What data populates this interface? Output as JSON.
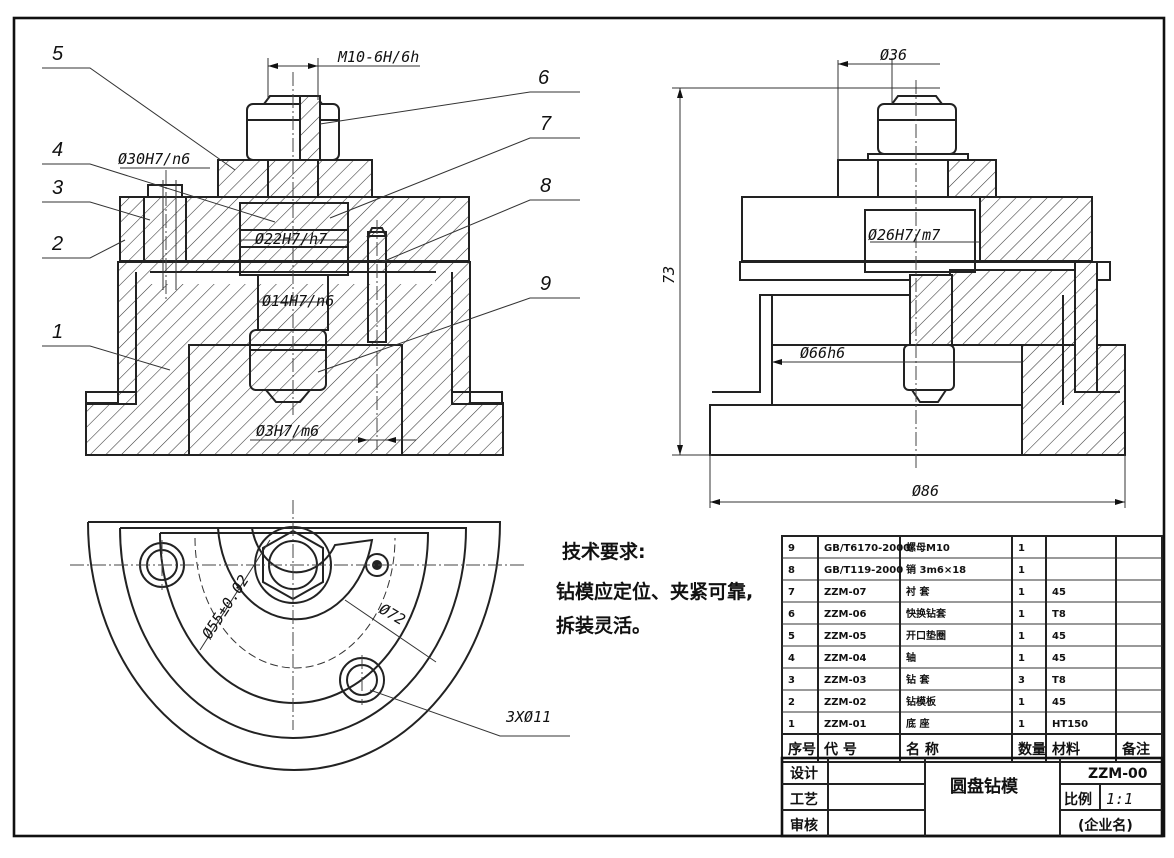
{
  "front_view": {
    "leaders": [
      "5",
      "4",
      "3",
      "2",
      "1",
      "6",
      "7",
      "8",
      "9"
    ],
    "dims": {
      "thread": "M10-6H/6h",
      "d30": "Ø30H7/n6",
      "d22": "Ø22H7/h7",
      "d14": "Ø14H7/n6",
      "d3": "Ø3H7/m6"
    }
  },
  "side_view": {
    "dims": {
      "d36": "Ø36",
      "d26": "Ø26H7/m7",
      "d66": "Ø66h6",
      "h73": "73",
      "d86": "Ø86"
    }
  },
  "top_view": {
    "dims": {
      "d55": "Ø55±0.02",
      "d72": "Ø72",
      "holes": "3XØ11"
    }
  },
  "tech_requirements": {
    "title": "技术要求:",
    "line1": "钻模应定位、夹紧可靠,",
    "line2": "拆装灵活。"
  },
  "bom": {
    "rows": [
      {
        "no": "9",
        "code": "GB/T6170-2000",
        "name": "螺母M10",
        "qty": "1",
        "mat": ""
      },
      {
        "no": "8",
        "code": "GB/T119-2000",
        "name": "销 3m6×18",
        "qty": "1",
        "mat": ""
      },
      {
        "no": "7",
        "code": "ZZM-07",
        "name": "衬 套",
        "qty": "1",
        "mat": "45"
      },
      {
        "no": "6",
        "code": "ZZM-06",
        "name": "快换钻套",
        "qty": "1",
        "mat": "T8"
      },
      {
        "no": "5",
        "code": "ZZM-05",
        "name": "开口垫圈",
        "qty": "1",
        "mat": "45"
      },
      {
        "no": "4",
        "code": "ZZM-04",
        "name": "轴",
        "qty": "1",
        "mat": "45"
      },
      {
        "no": "3",
        "code": "ZZM-03",
        "name": "钻 套",
        "qty": "3",
        "mat": "T8"
      },
      {
        "no": "2",
        "code": "ZZM-02",
        "name": "钻模板",
        "qty": "1",
        "mat": "45"
      },
      {
        "no": "1",
        "code": "ZZM-01",
        "name": "底 座",
        "qty": "1",
        "mat": "HT150"
      }
    ],
    "headers": {
      "no": "序号",
      "code": "代 号",
      "name": "名 称",
      "qty": "数量",
      "mat": "材料",
      "note": "备注"
    }
  },
  "title_block": {
    "design": "设计",
    "process": "工艺",
    "review": "审核",
    "title": "圆盘钻模",
    "drawing_no": "ZZM-00",
    "scale_label": "比例",
    "scale": "1:1",
    "company": "(企业名)"
  }
}
